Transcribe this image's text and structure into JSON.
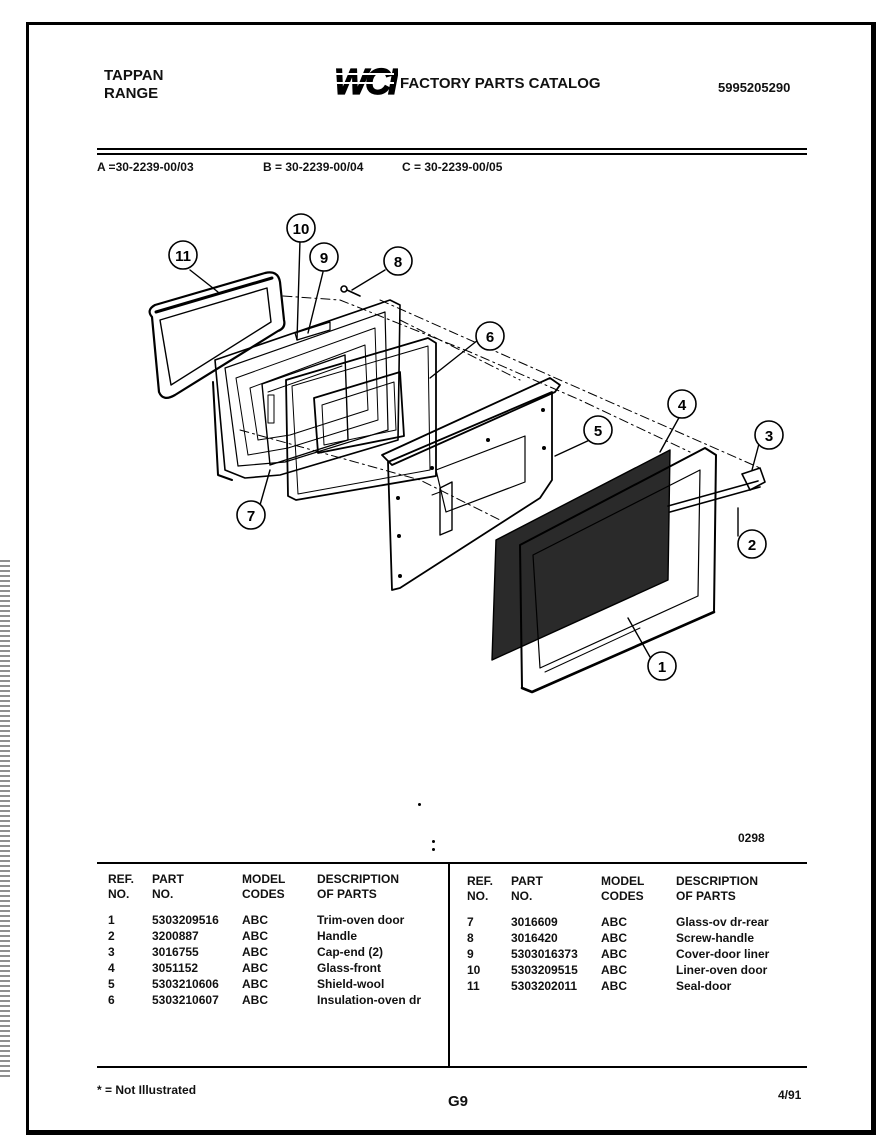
{
  "header": {
    "brand_line1": "TAPPAN",
    "brand_line2": "RANGE",
    "logo_text": "WCI",
    "catalog_title": "FACTORY PARTS CATALOG",
    "catalog_number": "5995205290"
  },
  "model_codes": {
    "a": "A =30-2239-00/03",
    "b": "B = 30-2239-00/04",
    "c": "C = 30-2239-00/05"
  },
  "diagram": {
    "callouts": [
      "1",
      "2",
      "3",
      "4",
      "5",
      "6",
      "7",
      "8",
      "9",
      "10",
      "11"
    ],
    "figure_number": "0298"
  },
  "table_headers": {
    "ref_l1": "REF.",
    "ref_l2": "NO.",
    "part_l1": "PART",
    "part_l2": "NO.",
    "model_l1": "MODEL",
    "model_l2": "CODES",
    "desc_l1": "DESCRIPTION",
    "desc_l2": "OF PARTS"
  },
  "parts_left": [
    {
      "ref": "1",
      "part": "5303209516",
      "codes": "ABC",
      "desc": "Trim-oven door"
    },
    {
      "ref": "2",
      "part": "3200887",
      "codes": "ABC",
      "desc": "Handle"
    },
    {
      "ref": "3",
      "part": "3016755",
      "codes": "ABC",
      "desc": "Cap-end (2)"
    },
    {
      "ref": "4",
      "part": "3051152",
      "codes": "ABC",
      "desc": "Glass-front"
    },
    {
      "ref": "5",
      "part": "5303210606",
      "codes": "ABC",
      "desc": "Shield-wool"
    },
    {
      "ref": "6",
      "part": "5303210607",
      "codes": "ABC",
      "desc": "Insulation-oven dr"
    }
  ],
  "parts_right": [
    {
      "ref": "7",
      "part": "3016609",
      "codes": "ABC",
      "desc": "Glass-ov dr-rear"
    },
    {
      "ref": "8",
      "part": "3016420",
      "codes": "ABC",
      "desc": "Screw-handle"
    },
    {
      "ref": "9",
      "part": "5303016373",
      "codes": "ABC",
      "desc": "Cover-door liner"
    },
    {
      "ref": "10",
      "part": "5303209515",
      "codes": "ABC",
      "desc": "Liner-oven door"
    },
    {
      "ref": "11",
      "part": "5303202011",
      "codes": "ABC",
      "desc": "Seal-door"
    }
  ],
  "footer": {
    "footnote": "* = Not Illustrated",
    "page_code": "G9",
    "date": "4/91"
  }
}
